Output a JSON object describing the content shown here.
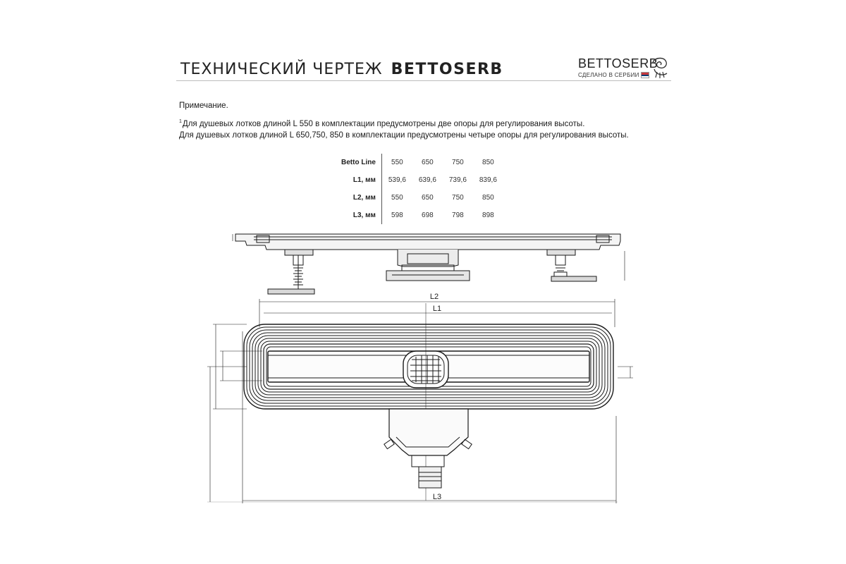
{
  "header": {
    "title": "ТЕХНИЧЕСКИЙ ЧЕРТЕЖ",
    "brand": "BETTOSERB"
  },
  "logo": {
    "wordmark": "BETTOSERB",
    "tagline": "СДЕЛАНО В СЕРБИИ",
    "flag_colors": [
      "#C6363C",
      "#0C4076",
      "#FFFFFF"
    ],
    "icon": "seashell-icon"
  },
  "note": {
    "heading": "Примечание.",
    "footnote_marker": "1",
    "line1": "Для душевых лотков длиной L 550 в комплектации предусмотрены две опоры для регулирования высоты.",
    "line2": "Для душевых лотков длиной L 650,750, 850 в комплектации предусмотрены четыре опоры для регулирования высоты."
  },
  "spec_table": {
    "rows": [
      {
        "label": "Betto Line",
        "values": [
          "550",
          "650",
          "750",
          "850"
        ]
      },
      {
        "label": "L1, мм",
        "values": [
          "539,6",
          "639,6",
          "739,6",
          "839,6"
        ]
      },
      {
        "label": "L2, мм",
        "values": [
          "550",
          "650",
          "750",
          "850"
        ]
      },
      {
        "label": "L3, мм",
        "values": [
          "598",
          "698",
          "798",
          "898"
        ]
      }
    ]
  },
  "drawing": {
    "dimension_labels": {
      "l2": "L2",
      "l1": "L1",
      "l3": "L3"
    },
    "line_color": "#1a1a1a"
  }
}
